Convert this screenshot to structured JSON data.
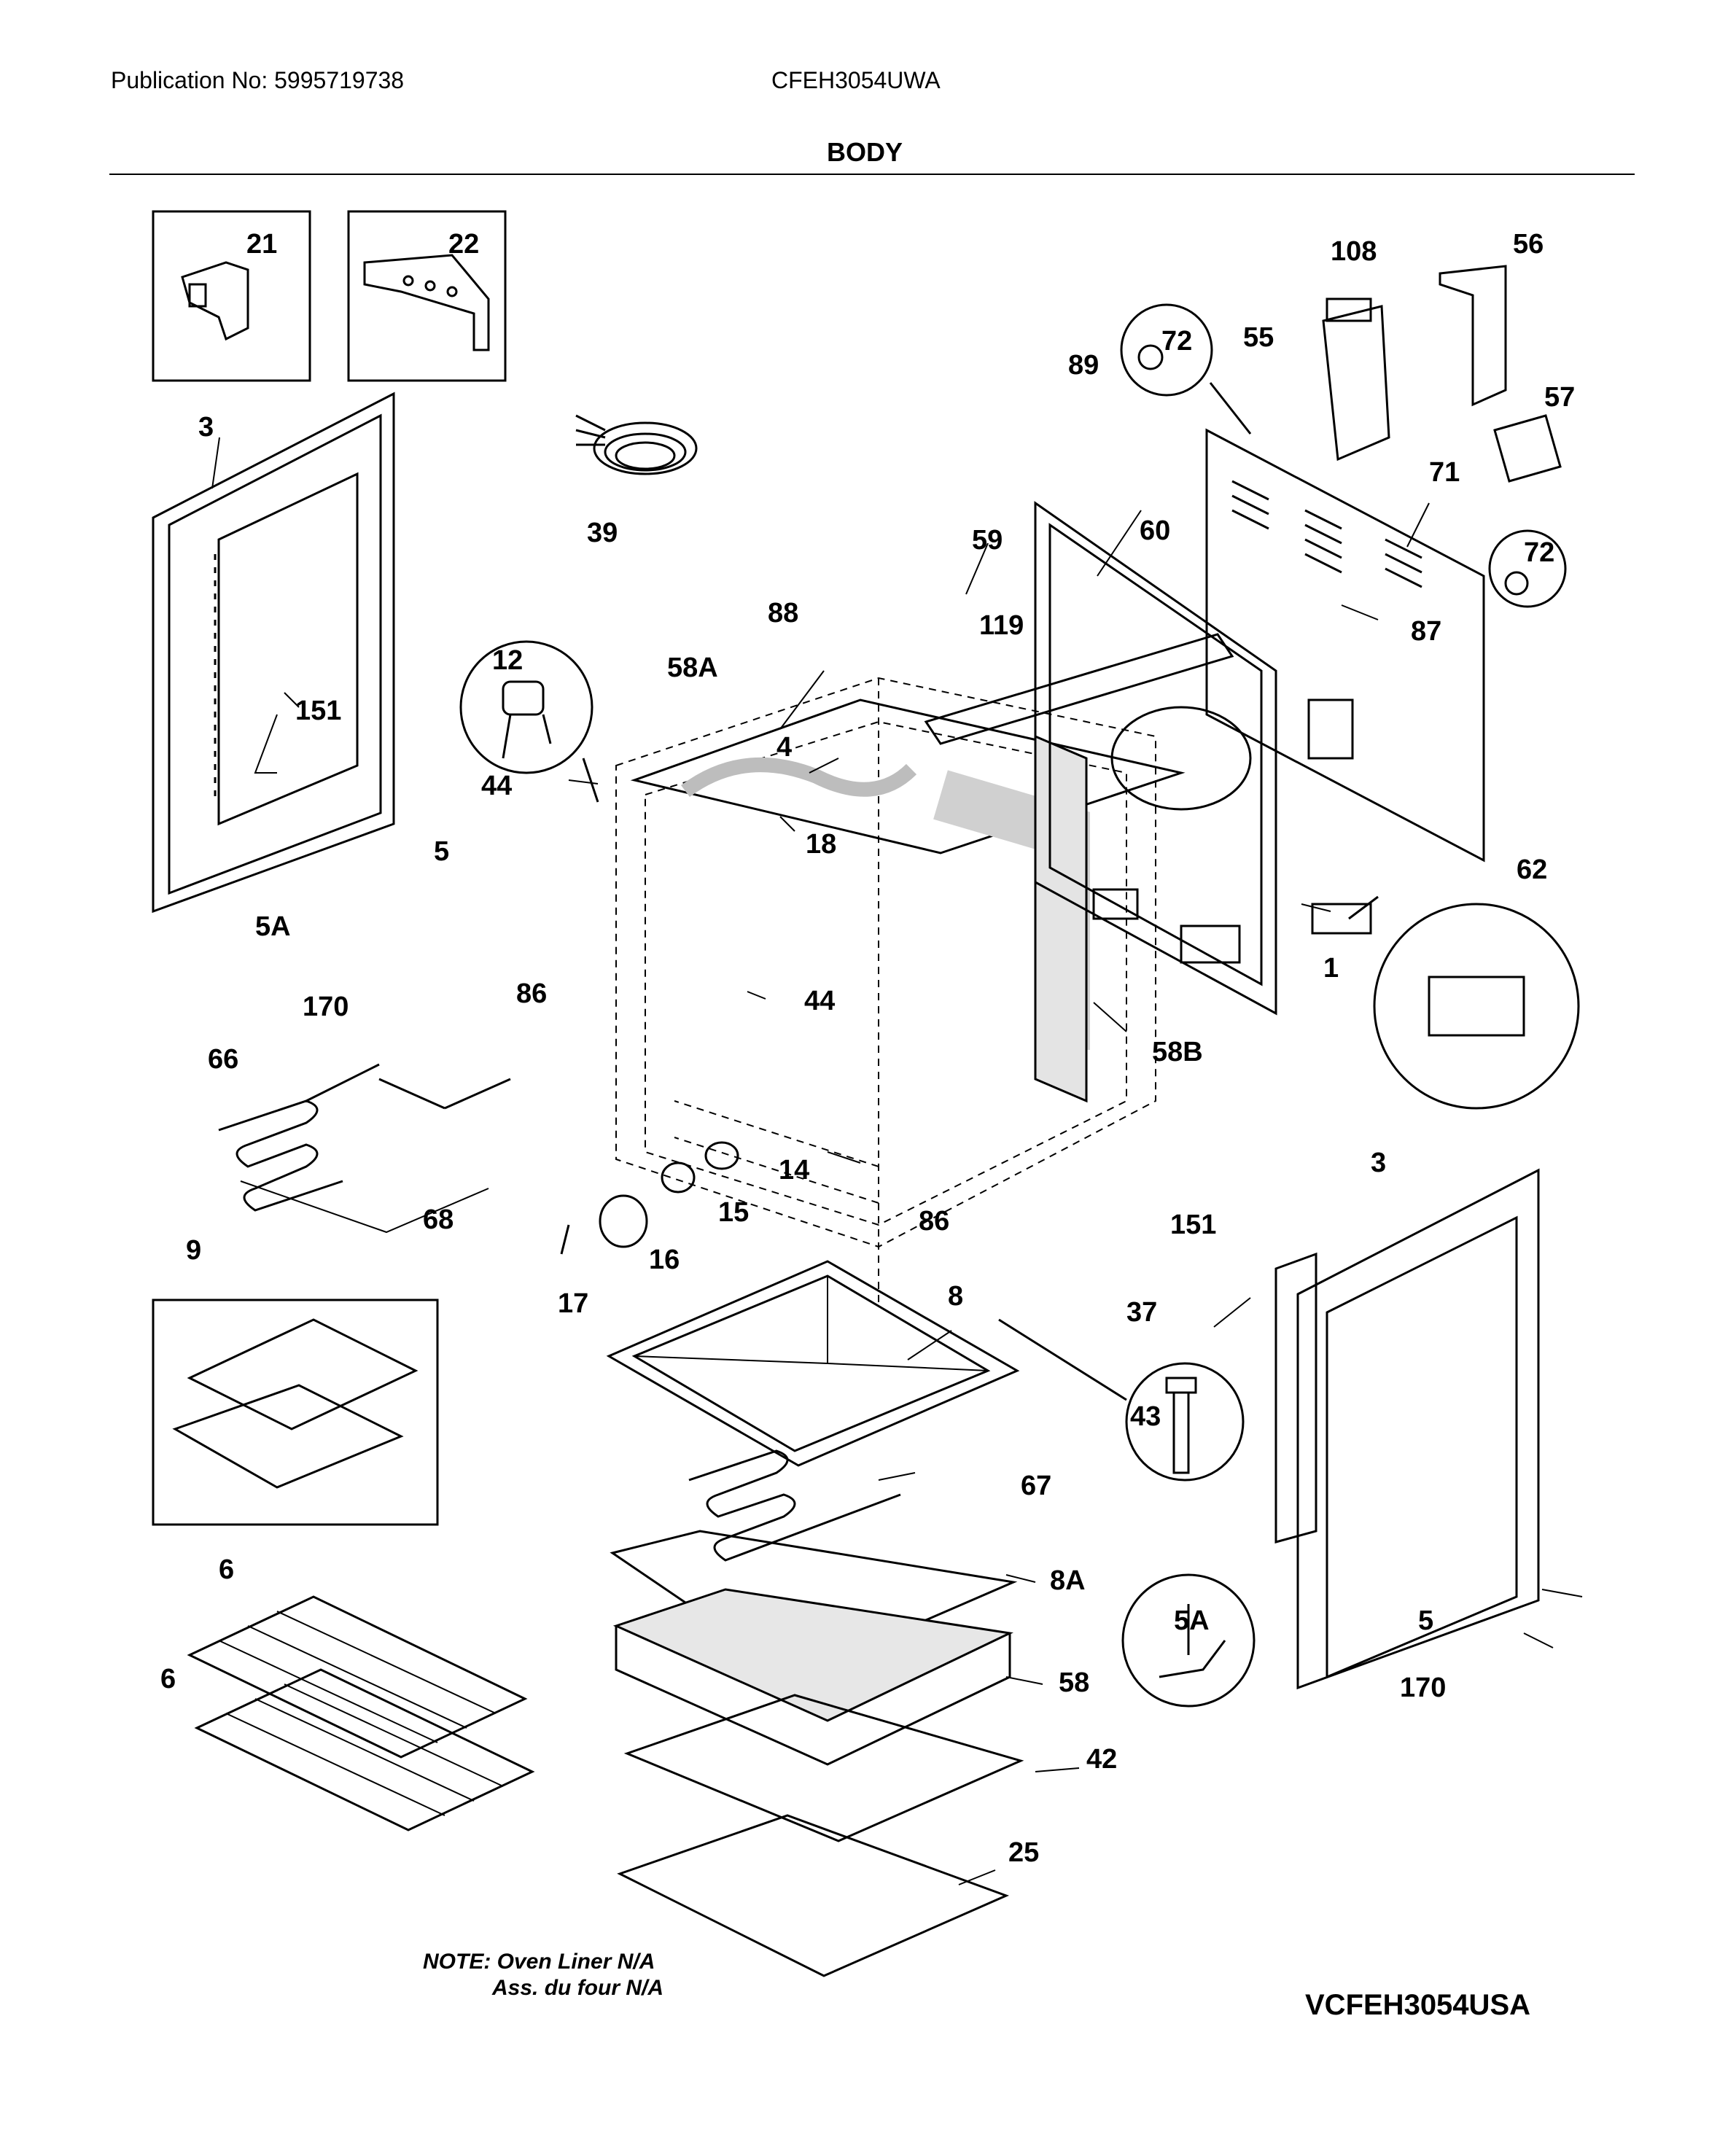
{
  "header": {
    "publication": "Publication No: 5995719738",
    "model": "CFEH3054UWA",
    "section_title": "BODY"
  },
  "callouts": [
    {
      "id": "21"
    },
    {
      "id": "22"
    },
    {
      "id": "3"
    },
    {
      "id": "151"
    },
    {
      "id": "5"
    },
    {
      "id": "5A"
    },
    {
      "id": "170"
    },
    {
      "id": "66"
    },
    {
      "id": "68"
    },
    {
      "id": "9"
    },
    {
      "id": "6"
    },
    {
      "id": "39"
    },
    {
      "id": "12"
    },
    {
      "id": "44"
    },
    {
      "id": "88"
    },
    {
      "id": "58A"
    },
    {
      "id": "4"
    },
    {
      "id": "18"
    },
    {
      "id": "86"
    },
    {
      "id": "14"
    },
    {
      "id": "15"
    },
    {
      "id": "16"
    },
    {
      "id": "17"
    },
    {
      "id": "59"
    },
    {
      "id": "119"
    },
    {
      "id": "89"
    },
    {
      "id": "60"
    },
    {
      "id": "72"
    },
    {
      "id": "108"
    },
    {
      "id": "55"
    },
    {
      "id": "56"
    },
    {
      "id": "57"
    },
    {
      "id": "71"
    },
    {
      "id": "87"
    },
    {
      "id": "62"
    },
    {
      "id": "1"
    },
    {
      "id": "58B"
    },
    {
      "id": "8"
    },
    {
      "id": "43"
    },
    {
      "id": "67"
    },
    {
      "id": "8A"
    },
    {
      "id": "58"
    },
    {
      "id": "42"
    },
    {
      "id": "25"
    },
    {
      "id": "37"
    }
  ],
  "notes": {
    "line1": "NOTE: Oven Liner N/A",
    "line2": "Ass. du four N/A"
  },
  "diagram_code": "VCFEH3054USA"
}
